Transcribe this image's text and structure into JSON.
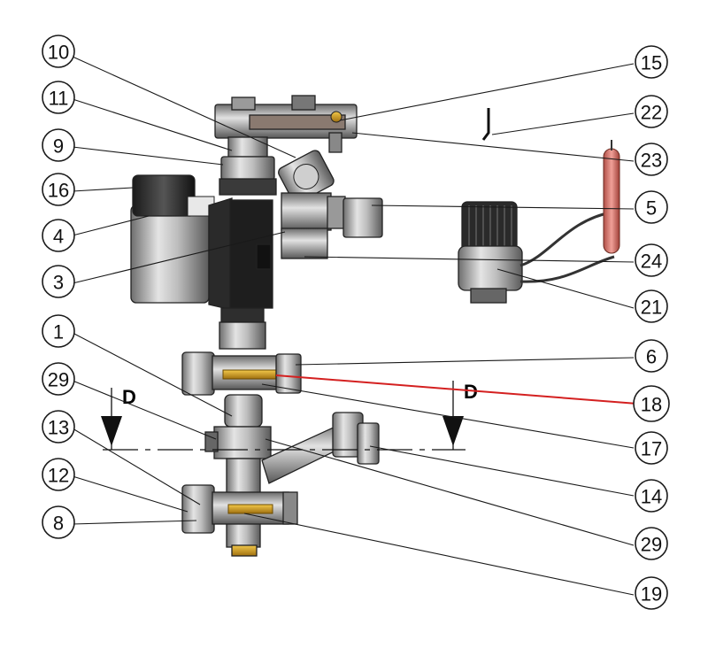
{
  "colors": {
    "highlight": "#d42020",
    "highlight_line": "#d42020",
    "brass": "#d4a020",
    "copper": "#e07a70",
    "body_gray": "#9c9c9c",
    "dark": "#2a2a2a"
  },
  "section_marker": {
    "left": "D",
    "right": "D"
  },
  "callouts_left": [
    {
      "id": "c10",
      "label": "10"
    },
    {
      "id": "c11",
      "label": "11"
    },
    {
      "id": "c9",
      "label": "9"
    },
    {
      "id": "c16",
      "label": "16"
    },
    {
      "id": "c4",
      "label": "4"
    },
    {
      "id": "c3",
      "label": "3"
    },
    {
      "id": "c1",
      "label": "1"
    },
    {
      "id": "c29l",
      "label": "29"
    },
    {
      "id": "c13",
      "label": "13"
    },
    {
      "id": "c12",
      "label": "12"
    },
    {
      "id": "c8",
      "label": "8"
    }
  ],
  "callouts_right": [
    {
      "id": "c15",
      "label": "15"
    },
    {
      "id": "c22",
      "label": "22"
    },
    {
      "id": "c23",
      "label": "23"
    },
    {
      "id": "c5",
      "label": "5"
    },
    {
      "id": "c24",
      "label": "24"
    },
    {
      "id": "c21",
      "label": "21"
    },
    {
      "id": "c6",
      "label": "6"
    },
    {
      "id": "c18",
      "label": "18",
      "highlighted": true
    },
    {
      "id": "c17",
      "label": "17"
    },
    {
      "id": "c14",
      "label": "14"
    },
    {
      "id": "c29r",
      "label": "29"
    },
    {
      "id": "c19",
      "label": "19"
    }
  ]
}
